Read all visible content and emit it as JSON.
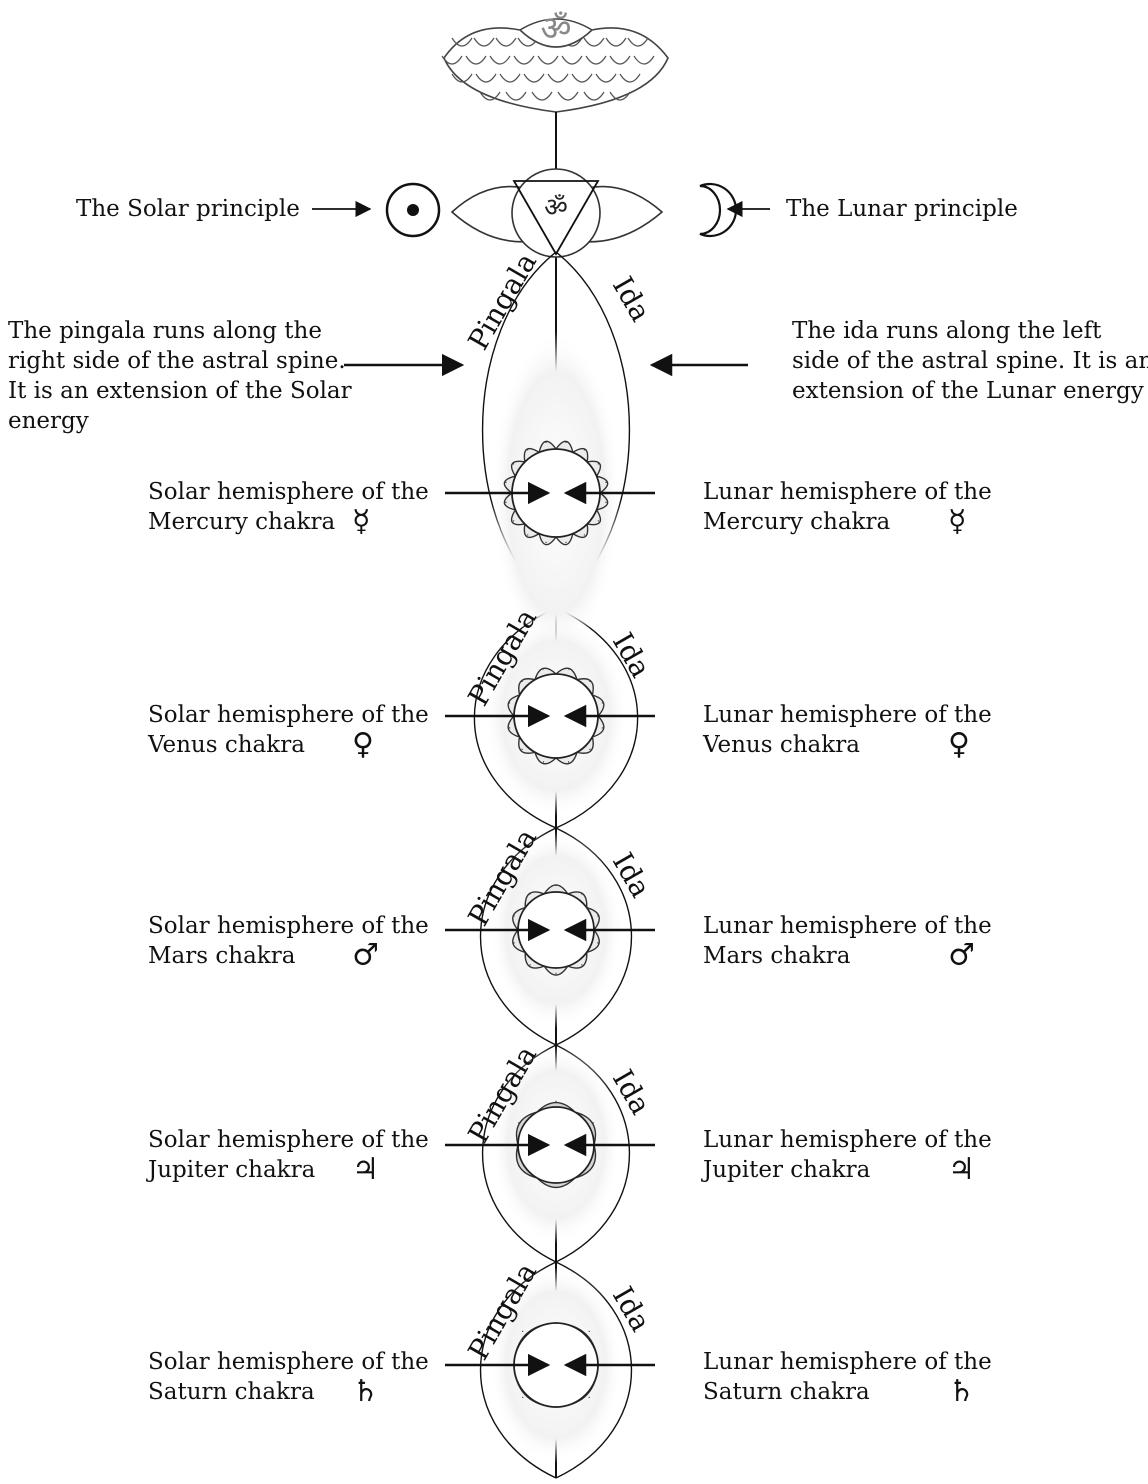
{
  "crown": {
    "symbol": "ॐ"
  },
  "principles": {
    "solar": "The Solar principle",
    "lunar": "The Lunar principle",
    "solar_symbol": "⊙",
    "lunar_symbol": "☽"
  },
  "ajna_symbol": "ॐ",
  "pingala_note": {
    "lines": [
      "The pingala runs along the",
      "right side of the astral spine.",
      "It is an extension of the Solar",
      "energy"
    ]
  },
  "ida_note": {
    "lines": [
      "The ida runs along the left",
      "side of the astral spine. It is an",
      "extension of the Lunar energy"
    ]
  },
  "nadis": {
    "pingala": "Pingala",
    "ida": "Ida"
  },
  "chakras": [
    {
      "name": "Mercury",
      "symbol": "☿",
      "solar": [
        "Solar hemisphere of the",
        "Mercury chakra"
      ],
      "lunar": [
        "Lunar hemisphere of the",
        "Mercury chakra"
      ]
    },
    {
      "name": "Venus",
      "symbol": "♀",
      "solar": [
        "Solar hemisphere of the",
        "Venus chakra"
      ],
      "lunar": [
        "Lunar hemisphere of the",
        "Venus chakra"
      ]
    },
    {
      "name": "Mars",
      "symbol": "♂",
      "solar": [
        "Solar hemisphere of the",
        "Mars chakra"
      ],
      "lunar": [
        "Lunar hemisphere of the",
        "Mars chakra"
      ]
    },
    {
      "name": "Jupiter",
      "symbol": "♃",
      "solar": [
        "Solar hemisphere of the",
        "Jupiter chakra"
      ],
      "lunar": [
        "Lunar hemisphere of the",
        "Jupiter chakra"
      ]
    },
    {
      "name": "Saturn",
      "symbol": "♄",
      "solar": [
        "Solar hemisphere of the",
        "Saturn chakra"
      ],
      "lunar": [
        "Lunar hemisphere of the",
        "Saturn chakra"
      ]
    }
  ],
  "colors": {
    "ink": "#111111",
    "petal_fill": "#d9d9d9",
    "glow": "#e6e6e6"
  }
}
